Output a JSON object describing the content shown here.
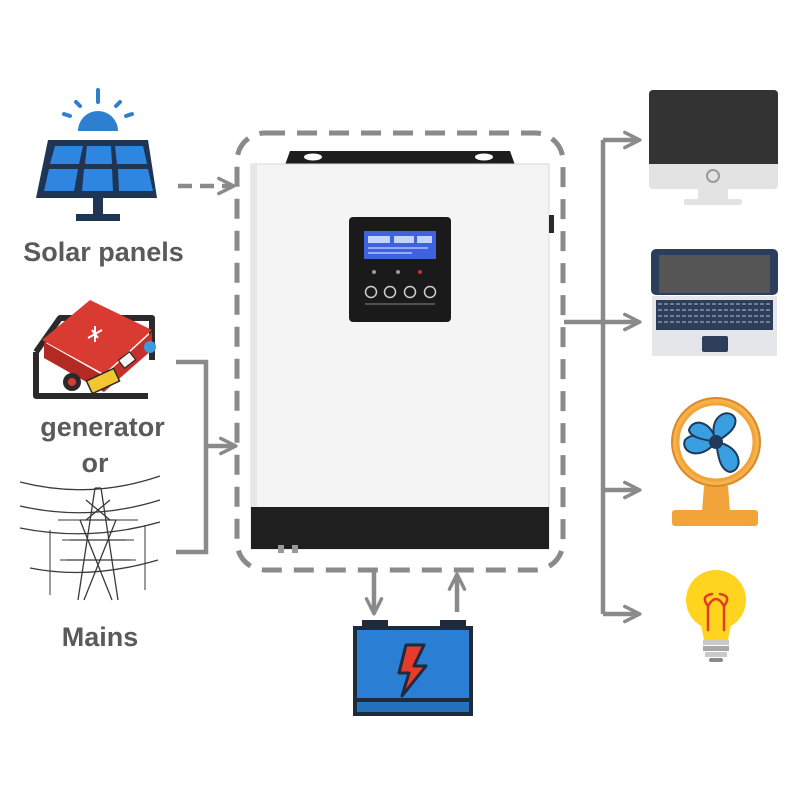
{
  "sources": {
    "solar_label": "Solar panels",
    "generator_label": "generator",
    "or_label": "or",
    "mains_label": "Mains"
  },
  "center": {
    "device": "inverter",
    "display": "lcd"
  },
  "storage": {
    "device": "battery"
  },
  "loads": [
    {
      "icon": "desktop-monitor-icon"
    },
    {
      "icon": "laptop-icon"
    },
    {
      "icon": "fan-icon"
    },
    {
      "icon": "light-bulb-icon"
    }
  ],
  "colors": {
    "arrow": "#8a8a8a",
    "label": "#5a5a5a",
    "solar_blue": "#2f7fd0",
    "generator_red": "#d93b32",
    "battery_blue": "#2a7fd4",
    "fan_orange": "#f2a33a",
    "bulb_yellow": "#ffd41f"
  }
}
